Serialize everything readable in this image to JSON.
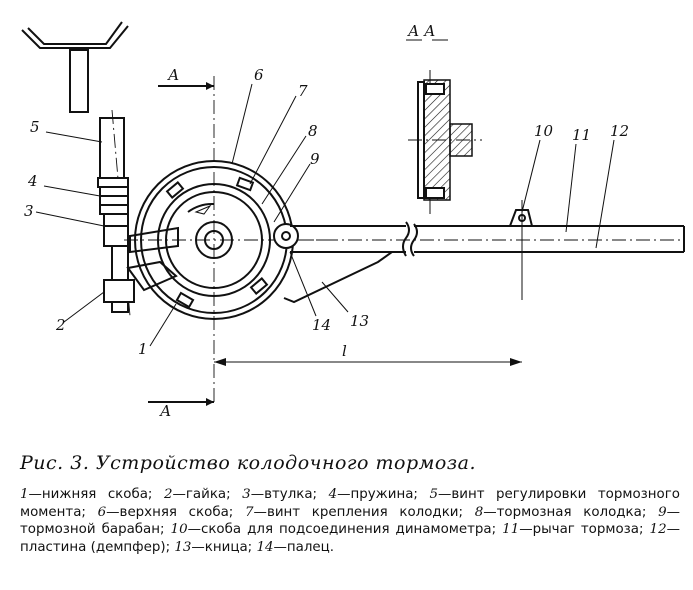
{
  "figure": {
    "title": "Рис. 3. Устройство колодочного тормоза.",
    "section_labels": {
      "section_a_top": "А",
      "section_a_bottom": "А",
      "section_view": "А  А",
      "length": "l"
    },
    "callouts": [
      "1",
      "2",
      "3",
      "4",
      "5",
      "6",
      "7",
      "8",
      "9",
      "10",
      "11",
      "12",
      "13",
      "14"
    ],
    "legend": [
      {
        "num": "1",
        "text": "нижняя скоба"
      },
      {
        "num": "2",
        "text": "гайка"
      },
      {
        "num": "3",
        "text": "втулка"
      },
      {
        "num": "4",
        "text": "пружина"
      },
      {
        "num": "5",
        "text": "винт регулировки тормозного момента"
      },
      {
        "num": "6",
        "text": "верхняя скоба"
      },
      {
        "num": "7",
        "text": "винт крепления колодки"
      },
      {
        "num": "8",
        "text": "тормозная колодка"
      },
      {
        "num": "9",
        "text": "тормозной барабан"
      },
      {
        "num": "10",
        "text": "скоба для подсоединения динамометра"
      },
      {
        "num": "11",
        "text": "рычаг тормоза"
      },
      {
        "num": "12",
        "text": "пластина (демпфер)"
      },
      {
        "num": "13",
        "text": "кница"
      },
      {
        "num": "14",
        "text": "палец"
      }
    ]
  }
}
